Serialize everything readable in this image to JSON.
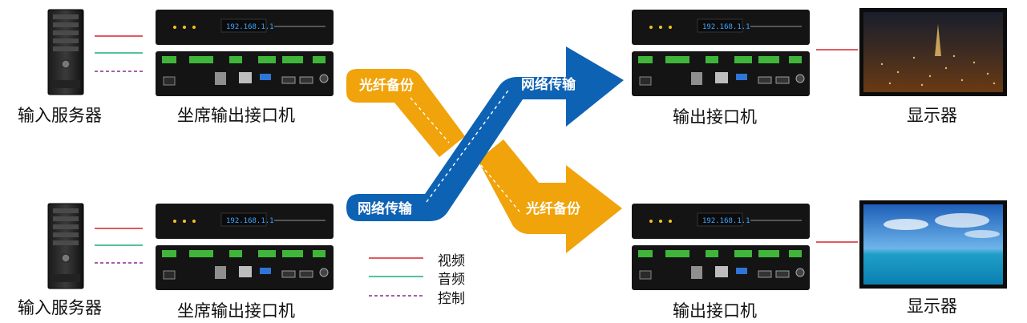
{
  "labels": {
    "input_server": "输入服务器",
    "seat_output": "坐席输出接口机",
    "output_interface": "输出接口机",
    "display": "显示器"
  },
  "arrows": {
    "fiber_backup": "光纤备份",
    "network_transfer": "网络传输"
  },
  "device": {
    "lcd_text": "192.168.1.1"
  },
  "legend": {
    "video": "视频",
    "audio": "音频",
    "control": "控制"
  },
  "colors": {
    "video": "#d6252e",
    "audio": "#19b07a",
    "control": "#8a2a90",
    "fiber_arrow": "#f0a30a",
    "network_arrow": "#0e62b4",
    "device_body": "#141414",
    "terminal_green": "#3fb63a"
  }
}
